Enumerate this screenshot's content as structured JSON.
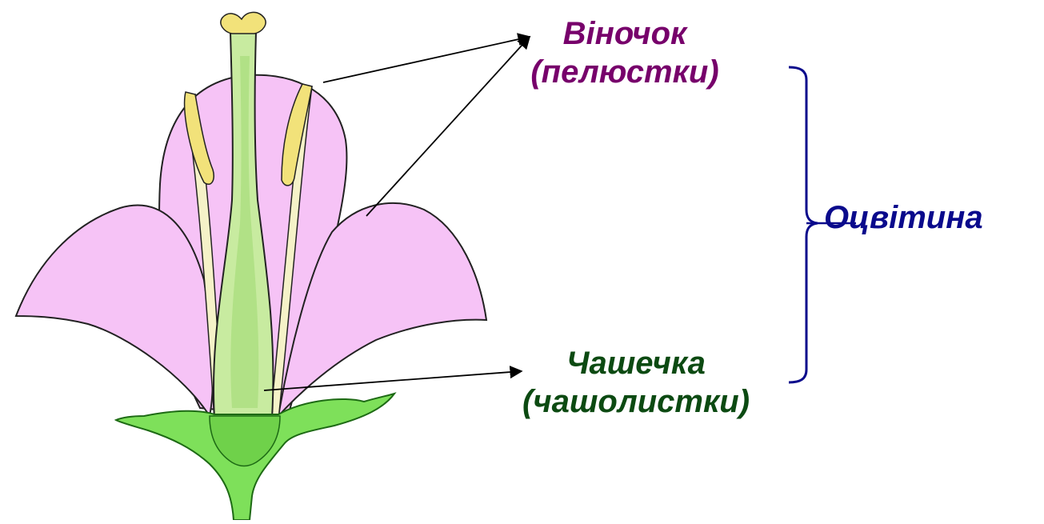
{
  "labels": {
    "corolla": {
      "title": "Віночок",
      "subtitle": "(пелюстки)"
    },
    "calyx": {
      "title": "Чашечка",
      "subtitle": "(чашолистки)"
    },
    "perianth": "Оцвітина"
  },
  "colors": {
    "corolla_text": "#77006b",
    "calyx_text": "#0c4a12",
    "perianth_text": "#0a0a8c",
    "petal_fill": "#f6c3f6",
    "sepal_fill": "#7ee05a",
    "pistil_fill": "#c8eba0",
    "anther_fill": "#f2e27a",
    "bracket": "#0a0a8c"
  }
}
